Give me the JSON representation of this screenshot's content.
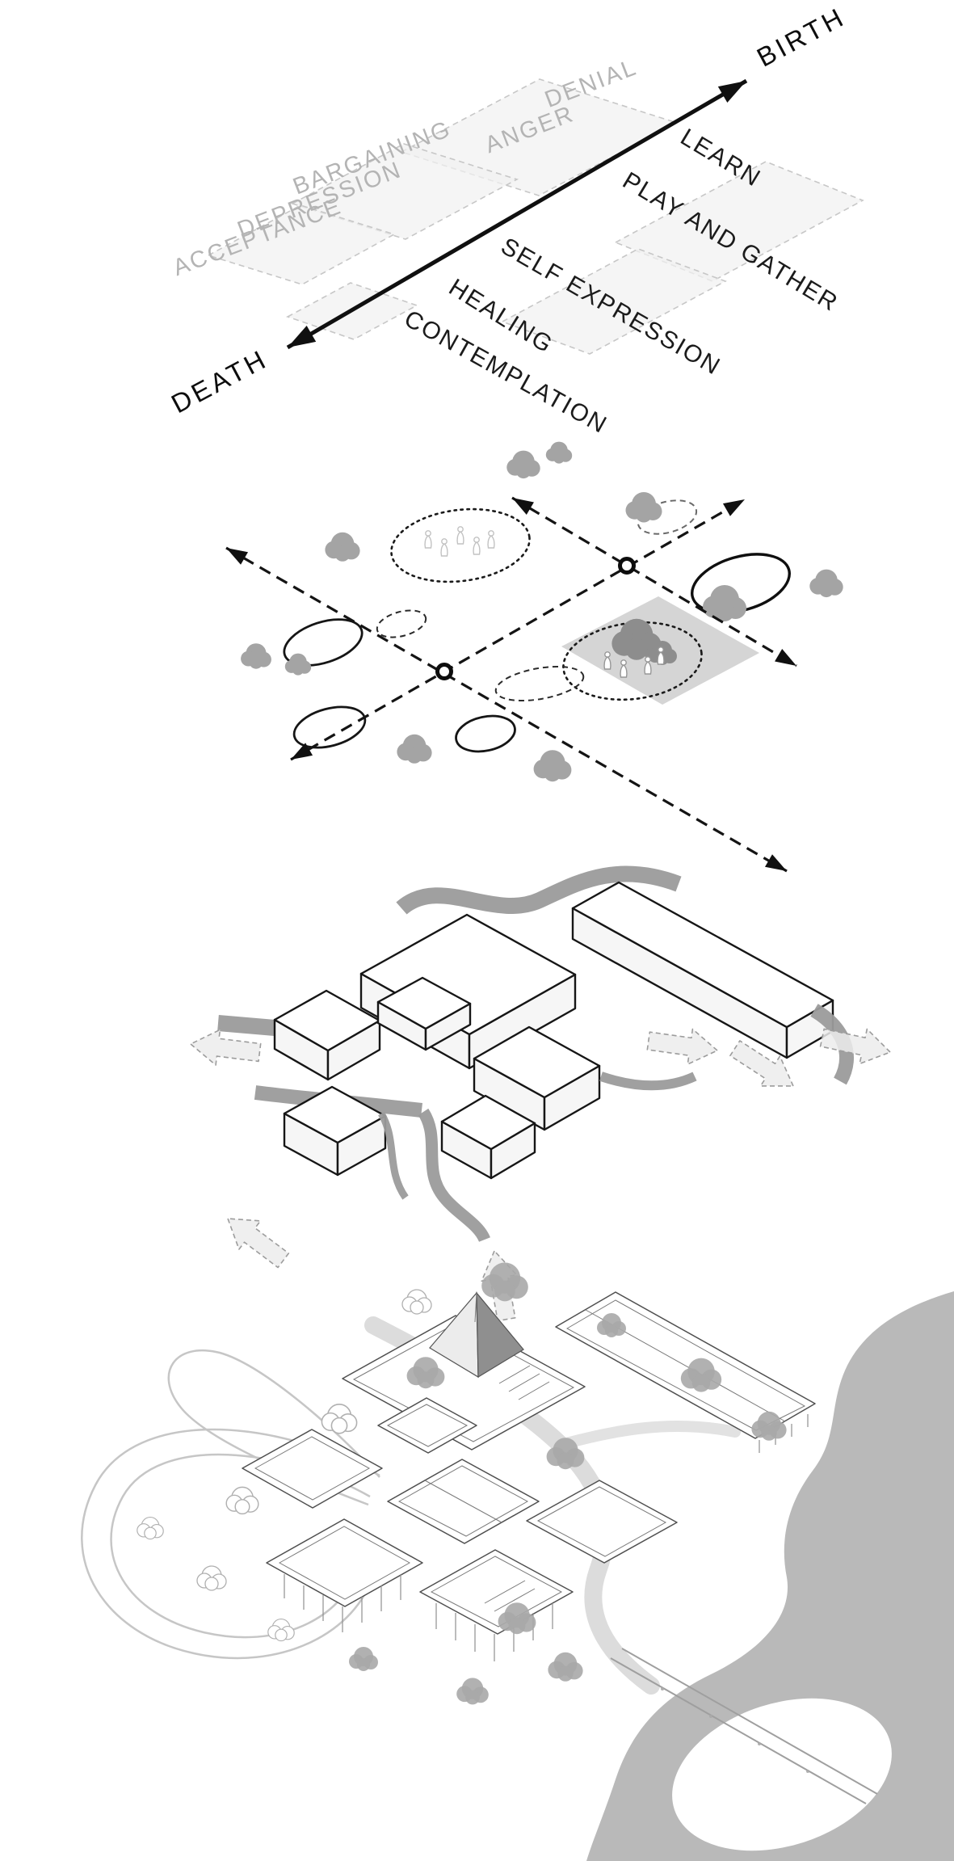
{
  "figure": {
    "panel1": {
      "axis_top": "BIRTH",
      "axis_bottom": "DEATH",
      "stages": [
        "DENIAL",
        "ANGER",
        "BARGAINING",
        "DEPRESSION",
        "ACCEPTANCE"
      ],
      "programs": [
        "LEARN",
        "PLAY AND GATHER",
        "SELF EXPRESSION",
        "HEALING",
        "CONTEMPLATION"
      ]
    },
    "colors": {
      "stage_text": "#b4b4b4",
      "program_text": "#1b1b1b",
      "axis_arrow": "#101010",
      "platform_fill": "#f1f1f1",
      "tree_gray": "#a4a4a4",
      "ribbon_gray": "#9b9b9b",
      "land_gray": "#b9b9b9"
    }
  }
}
